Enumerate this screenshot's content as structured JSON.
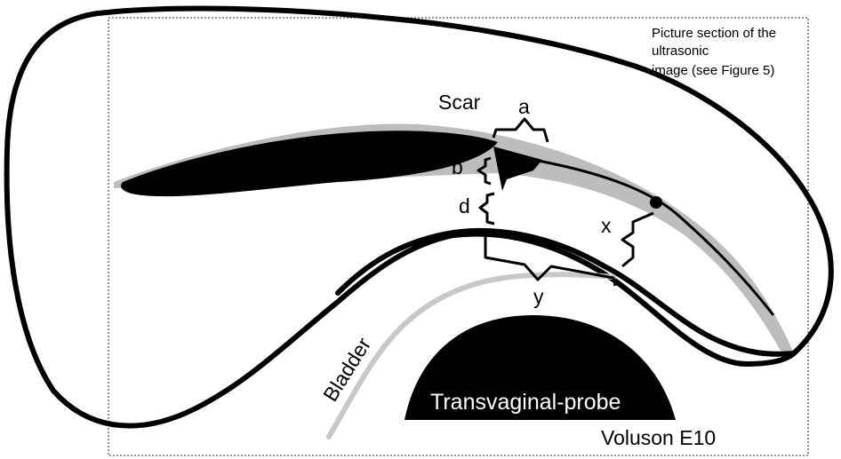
{
  "picture_section_note": {
    "lines": [
      "Picture section of the",
      "ultrasonic",
      "image (see Figure 5)"
    ]
  },
  "labels": {
    "scar": "Scar",
    "a": "a",
    "b": "b",
    "d": "d",
    "x": "x",
    "y": "y",
    "bladder": "Bladder",
    "probe": "Transvaginal-probe",
    "device": "Voluson E10"
  },
  "colors": {
    "outline": "#000000",
    "scar_halo": "#bdbdbd",
    "bladder_line": "#c8c8c8",
    "frame": "#555555",
    "background": "#ffffff",
    "probe_text": "#ffffff"
  }
}
